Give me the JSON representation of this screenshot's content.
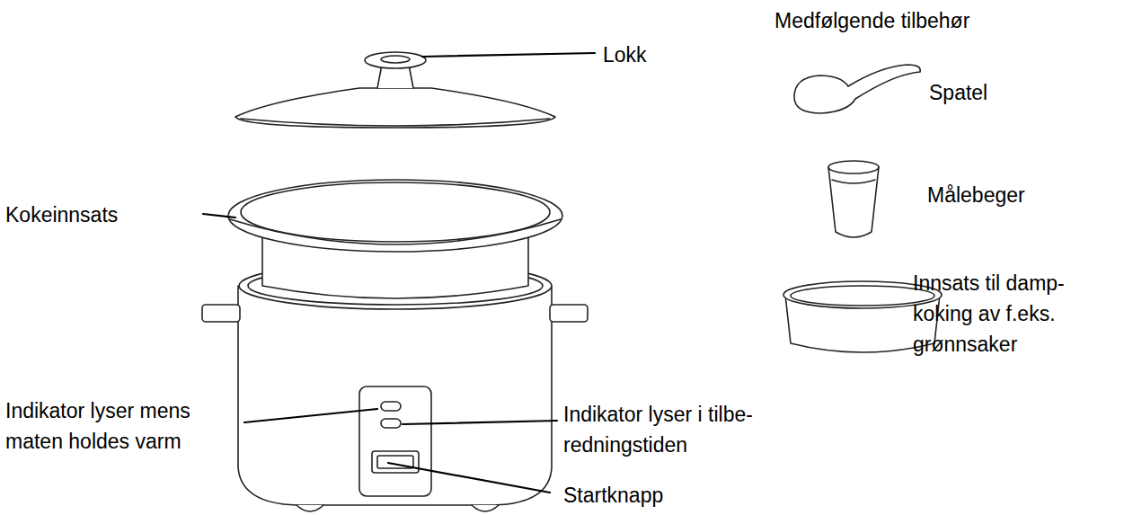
{
  "diagram": {
    "labels": [
      "Medfølgende tilbehør",
      "Lokk",
      "Spatel",
      "Kokeinnsats",
      "Målebeger",
      "Innsats til damp- koking av f.eks. grønnsaker",
      "Indikator lyser mens maten holdes varm",
      "Indikator lyser i tilbe- redningstiden",
      "Startknapp"
    ]
  }
}
